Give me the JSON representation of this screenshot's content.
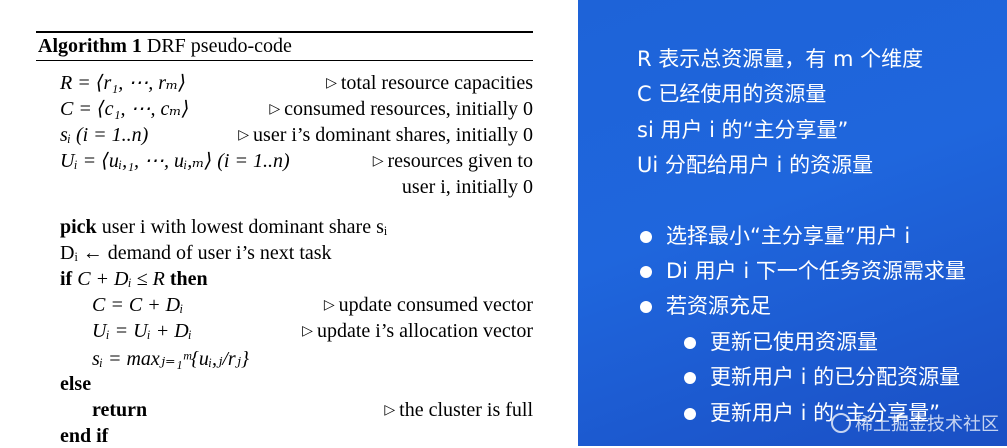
{
  "algorithm": {
    "label": "Algorithm 1",
    "title": "DRF pseudo-code",
    "lines": [
      {
        "code": "R = ⟨r₁, ⋯, rₘ⟩",
        "comment": "total resource capacities"
      },
      {
        "code": "C = ⟨c₁, ⋯, cₘ⟩",
        "comment": "consumed resources, initially 0"
      },
      {
        "code": "sᵢ  (i = 1..n)",
        "comment": "user i’s dominant shares, initially 0"
      },
      {
        "code": "Uᵢ = ⟨uᵢ,₁, ⋯, uᵢ,ₘ⟩  (i = 1..n)",
        "comment": "resources given to"
      },
      {
        "code": "",
        "comment": "user i, initially 0"
      }
    ],
    "pick_kw": "pick",
    "pick_text": " user i with lowest dominant share sᵢ",
    "demand_text": "Dᵢ ← demand of user i’s next task",
    "if_kw": "if",
    "if_cond": " C + Dᵢ ≤ R ",
    "then_kw": "then",
    "update_c": "C = C + Dᵢ",
    "update_c_comment": "update consumed vector",
    "update_u": "Uᵢ = Uᵢ + Dᵢ",
    "update_u_comment": "update i’s allocation vector",
    "update_s": "sᵢ = maxⱼ₌₁ᵐ{uᵢ,ⱼ/rⱼ}",
    "else_kw": "else",
    "return_kw": "return",
    "return_comment": "the cluster is full",
    "endif_kw": "end if"
  },
  "slide": {
    "definitions": [
      "R 表示总资源量，有 m 个维度",
      "C 已经使用的资源量",
      "si 用户 i 的“主分享量”",
      "Ui 分配给用户 i 的资源量"
    ],
    "bullets": [
      "选择最小“主分享量”用户 i",
      "Di 用户 i 下一个任务资源需求量",
      "若资源充足"
    ],
    "sub_bullets": [
      "更新已使用资源量",
      "更新用户 i 的已分配资源量",
      "更新用户 i 的“主分享量”"
    ],
    "watermark": "稀土掘金技术社区"
  }
}
